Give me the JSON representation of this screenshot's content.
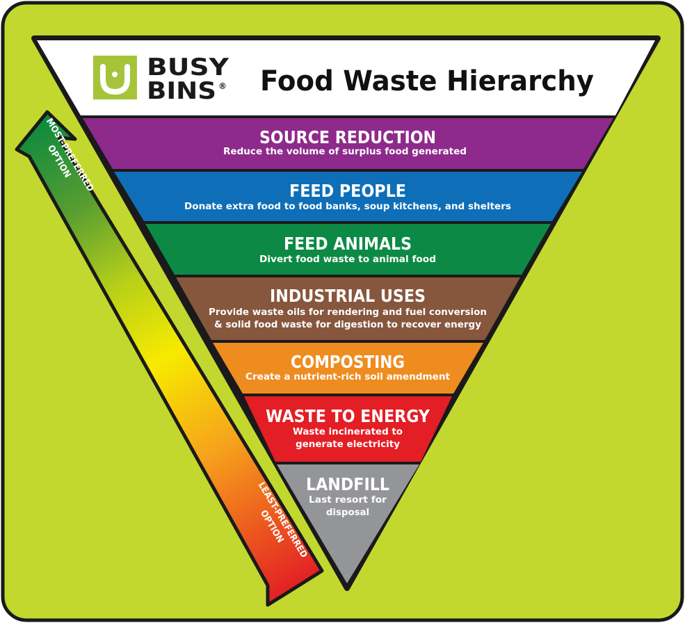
{
  "header": {
    "brand_line1": "BUSY",
    "brand_line2": "BINS",
    "brand_mark": "®",
    "title": "Food Waste Hierarchy"
  },
  "colors": {
    "background": "#c3d82e",
    "border": "#1a1a1a",
    "logo_green": "#a6c43a"
  },
  "tiers": [
    {
      "title": "SOURCE REDUCTION",
      "lines": [
        "Reduce the volume of surplus food generated"
      ],
      "color": "#8e2a8c"
    },
    {
      "title": "FEED PEOPLE",
      "lines": [
        "Donate extra food to food banks, soup kitchens, and shelters"
      ],
      "color": "#0e6fb8"
    },
    {
      "title": "FEED ANIMALS",
      "lines": [
        "Divert food waste to animal food"
      ],
      "color": "#0c8a45"
    },
    {
      "title": "INDUSTRIAL USES",
      "lines": [
        "Provide waste oils for rendering and fuel conversion",
        "& solid food waste for digestion to recover energy"
      ],
      "color": "#86563d"
    },
    {
      "title": "COMPOSTING",
      "lines": [
        "Create a nutrient-rich soil amendment"
      ],
      "color": "#ee8c20"
    },
    {
      "title": "WASTE TO ENERGY",
      "lines": [
        "Waste incinerated to",
        "generate electricity"
      ],
      "color": "#e31e25"
    },
    {
      "title": "LANDFILL",
      "lines": [
        "Last resort for",
        "disposal"
      ],
      "color": "#949598"
    }
  ],
  "arrow": {
    "top_label": [
      "MOST-PREFERRED",
      "OPTION"
    ],
    "bottom_label": [
      "LEAST-PREFERRED",
      "OPTION"
    ]
  }
}
